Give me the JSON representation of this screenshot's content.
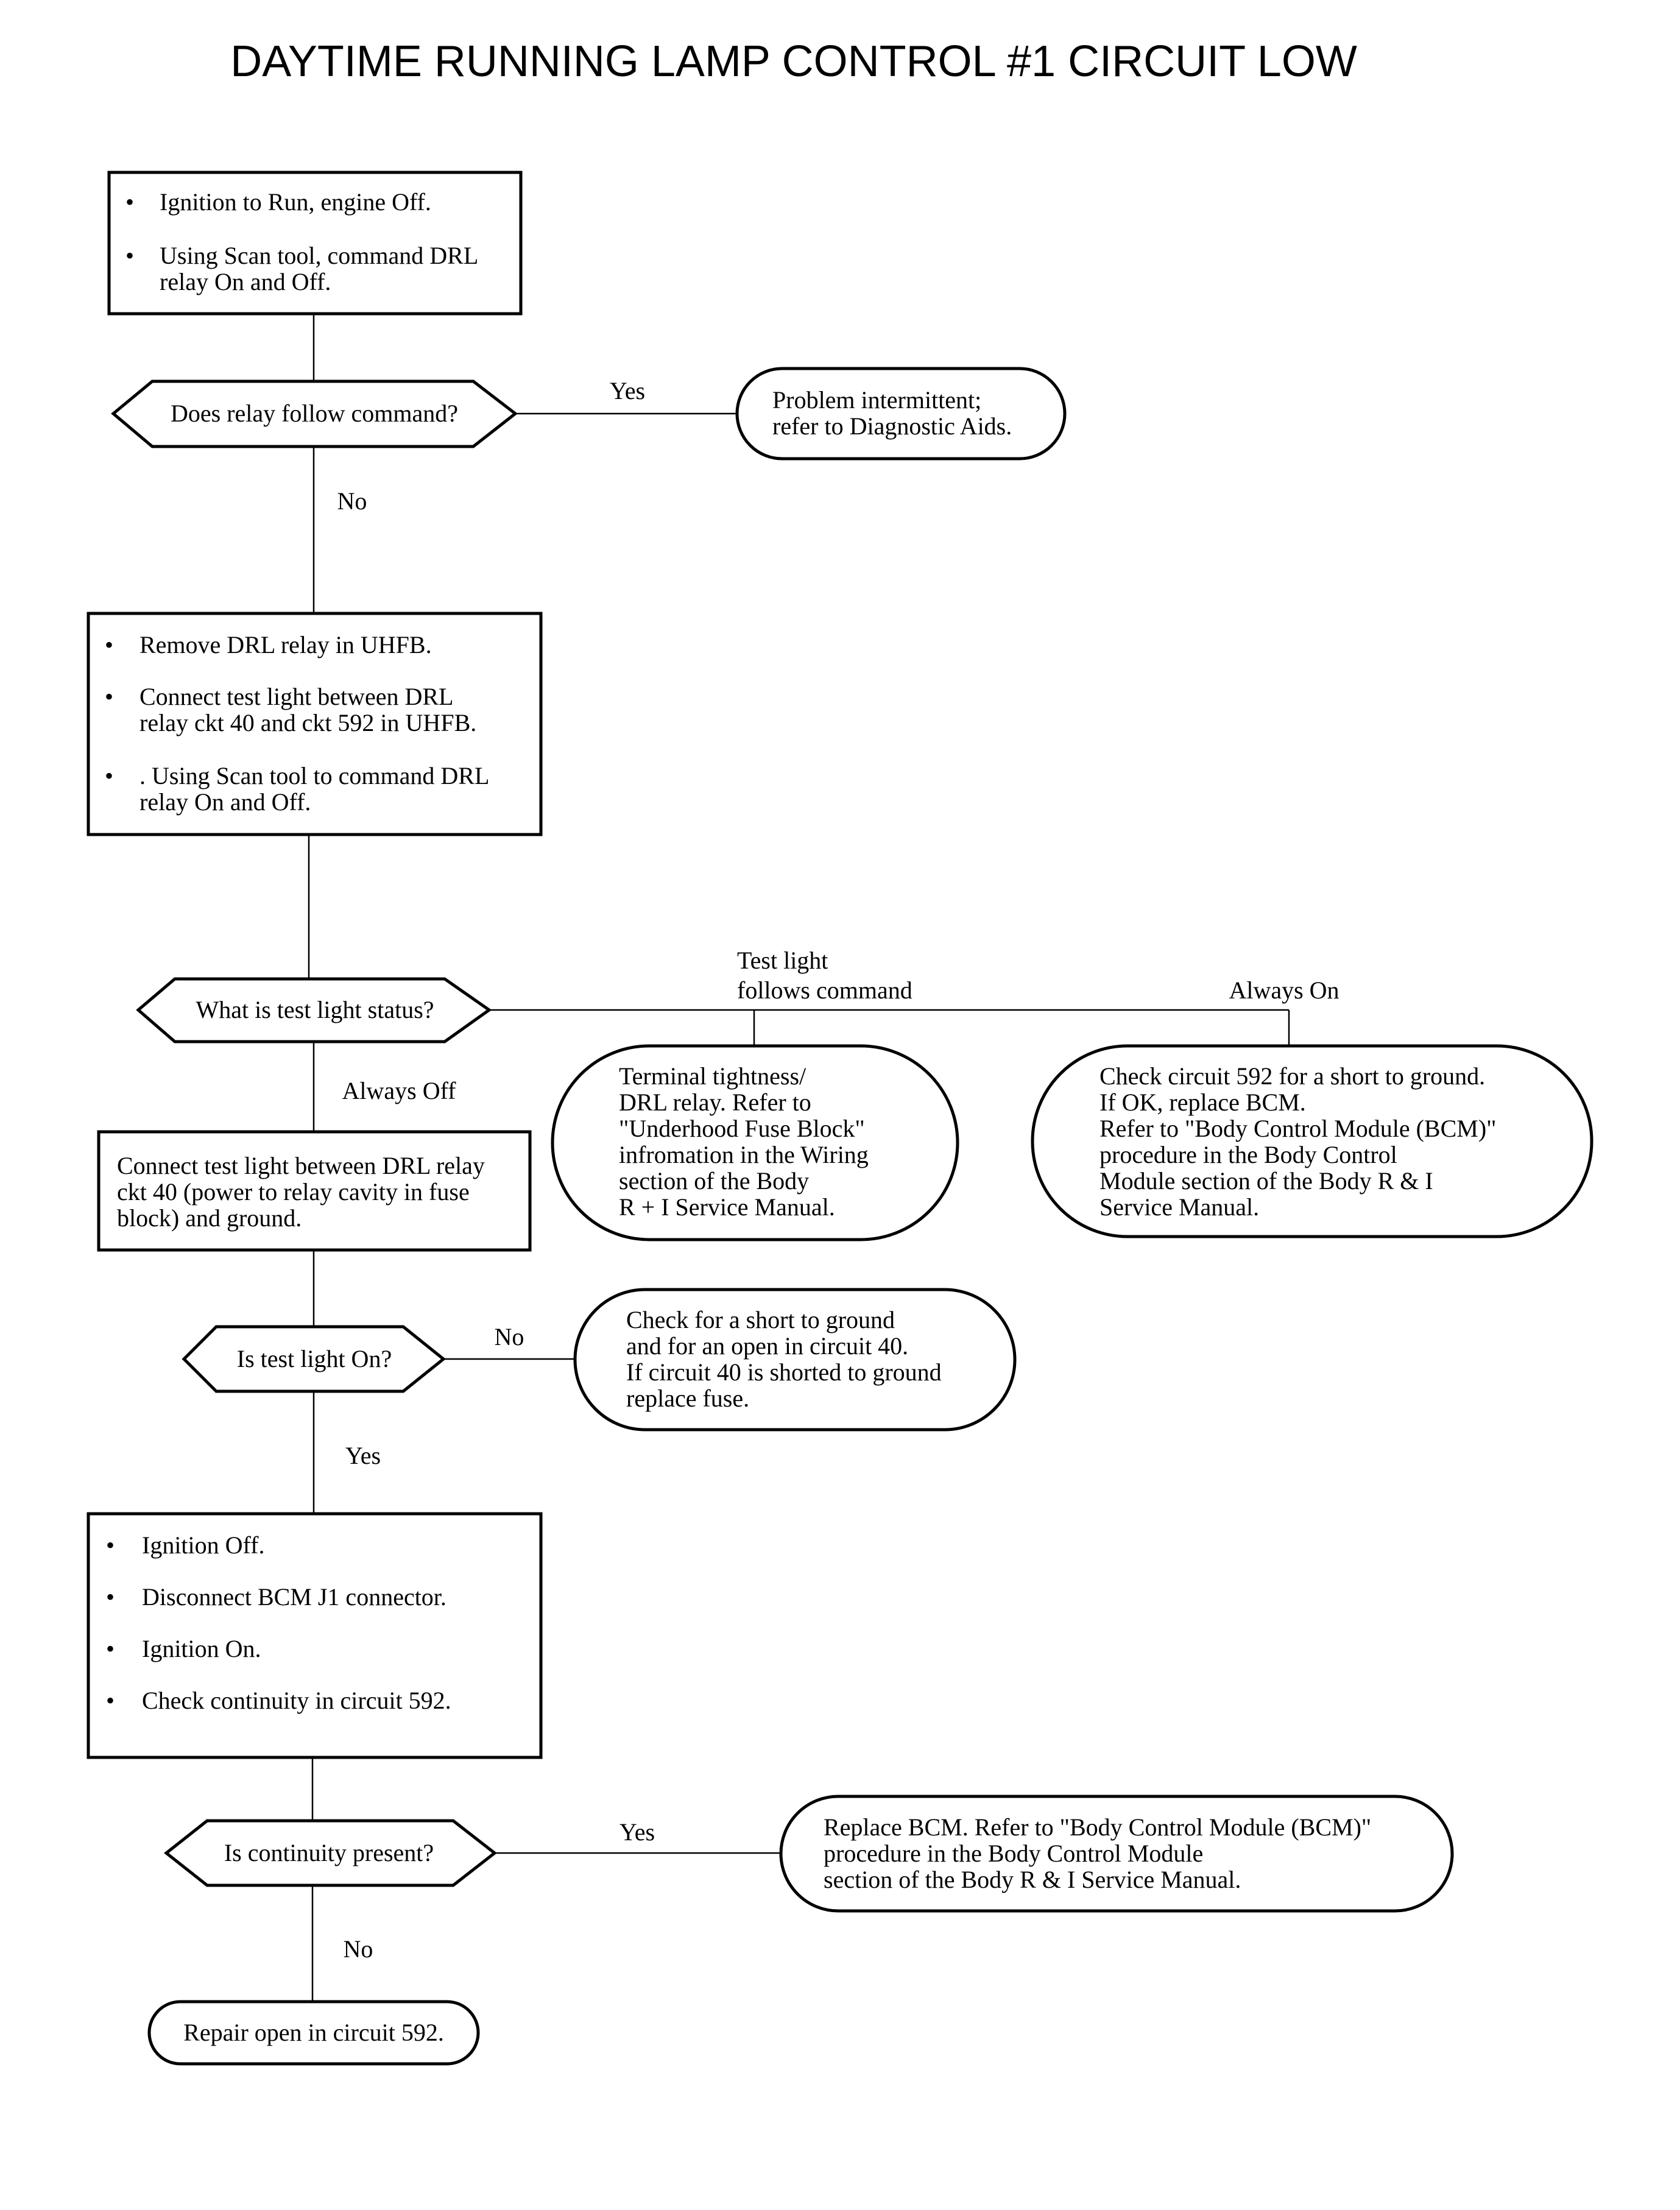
{
  "title": "DAYTIME RUNNING LAMP CONTROL #1 CIRCUIT LOW",
  "steps": {
    "step1": {
      "bullets": [
        "Ignition to Run, engine Off.",
        [
          "Using Scan tool, command DRL",
          "relay On and Off."
        ]
      ]
    },
    "decision1": {
      "question": "Does relay follow command?",
      "yes_label": "Yes",
      "no_label": "No"
    },
    "result_intermittent": {
      "lines": [
        "Problem intermittent;",
        "refer to Diagnostic Aids."
      ]
    },
    "step2": {
      "bullets": [
        "Remove DRL relay in UHFB.",
        [
          "Connect test light between DRL",
          "relay ckt 40 and ckt 592 in UHFB."
        ],
        [
          ". Using Scan tool to command DRL",
          "relay On and Off."
        ]
      ]
    },
    "decision2": {
      "question": "What is test light status?",
      "follows_label": [
        "Test light",
        "follows command"
      ],
      "always_on_label": "Always On",
      "always_off_label": "Always Off"
    },
    "result_terminal": {
      "lines": [
        "Terminal tightness/",
        "DRL relay. Refer to",
        "\"Underhood Fuse Block\"",
        "infromation in the Wiring",
        "section of the Body",
        "R + I Service Manual."
      ]
    },
    "result_circuit592": {
      "lines": [
        "Check circuit 592 for a short to ground.",
        "If OK, replace BCM.",
        "Refer to \"Body Control Module (BCM)\"",
        "procedure in the Body Control",
        "Module section of the Body R & I",
        "Service Manual."
      ]
    },
    "step3": {
      "lines": [
        "Connect test light between DRL relay",
        "ckt 40 (power to relay cavity in fuse",
        "block) and ground."
      ]
    },
    "decision3": {
      "question": "Is test light On?",
      "no_label": "No",
      "yes_label": "Yes"
    },
    "result_circuit40": {
      "lines": [
        "Check for a short to ground",
        "and for an open in circuit 40.",
        "If circuit 40 is shorted to ground",
        "replace fuse."
      ]
    },
    "step4": {
      "bullets": [
        "Ignition Off.",
        "Disconnect BCM J1 connector.",
        "Ignition On.",
        "Check continuity in circuit 592."
      ]
    },
    "decision4": {
      "question": "Is continuity present?",
      "yes_label": "Yes",
      "no_label": "No"
    },
    "result_replace_bcm": {
      "lines": [
        "Replace BCM. Refer to \"Body Control Module (BCM)\"",
        "procedure in the Body Control Module",
        "section of the Body R & I Service Manual."
      ]
    },
    "result_repair": {
      "lines": [
        "Repair open in circuit 592."
      ]
    }
  }
}
